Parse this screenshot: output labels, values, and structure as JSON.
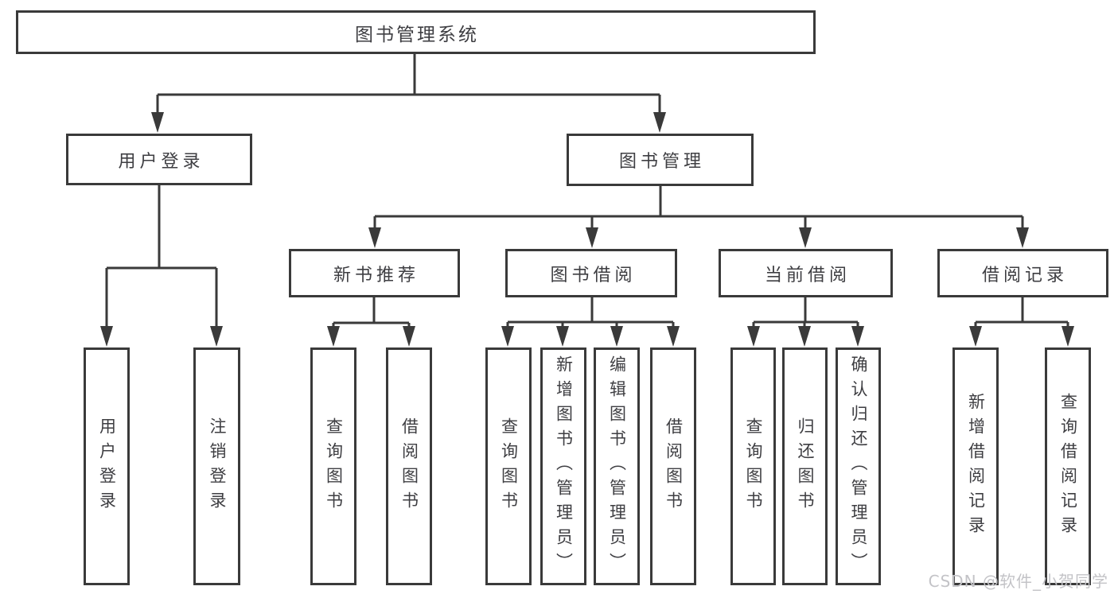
{
  "diagram": {
    "title": "图书管理系统",
    "root": {
      "label": "图书管理系统",
      "children": [
        {
          "label": "用户登录",
          "children": [
            {
              "label": "用户登录"
            },
            {
              "label": "注销登录"
            }
          ]
        },
        {
          "label": "图书管理",
          "children": [
            {
              "label": "新书推荐",
              "children": [
                {
                  "label": "查询图书"
                },
                {
                  "label": "借阅图书"
                }
              ]
            },
            {
              "label": "图书借阅",
              "children": [
                {
                  "label": "查询图书"
                },
                {
                  "label": "新增图书（管理员）"
                },
                {
                  "label": "编辑图书（管理员）"
                },
                {
                  "label": "借阅图书"
                }
              ]
            },
            {
              "label": "当前借阅",
              "children": [
                {
                  "label": "查询图书"
                },
                {
                  "label": "归还图书"
                },
                {
                  "label": "确认归还（管理员）"
                }
              ]
            },
            {
              "label": "借阅记录",
              "children": [
                {
                  "label": "新增借阅记录"
                },
                {
                  "label": "查询借阅记录"
                }
              ]
            }
          ]
        }
      ]
    }
  },
  "watermark": {
    "text": "CSDN @软件_小贺同学"
  },
  "colors": {
    "background": "#ffffff",
    "line": "#3a3a3a",
    "box_border": "#3a3a3a",
    "box_fill": "#ffffff",
    "text": "#3e3e42",
    "watermark": "#c3c3c7"
  }
}
